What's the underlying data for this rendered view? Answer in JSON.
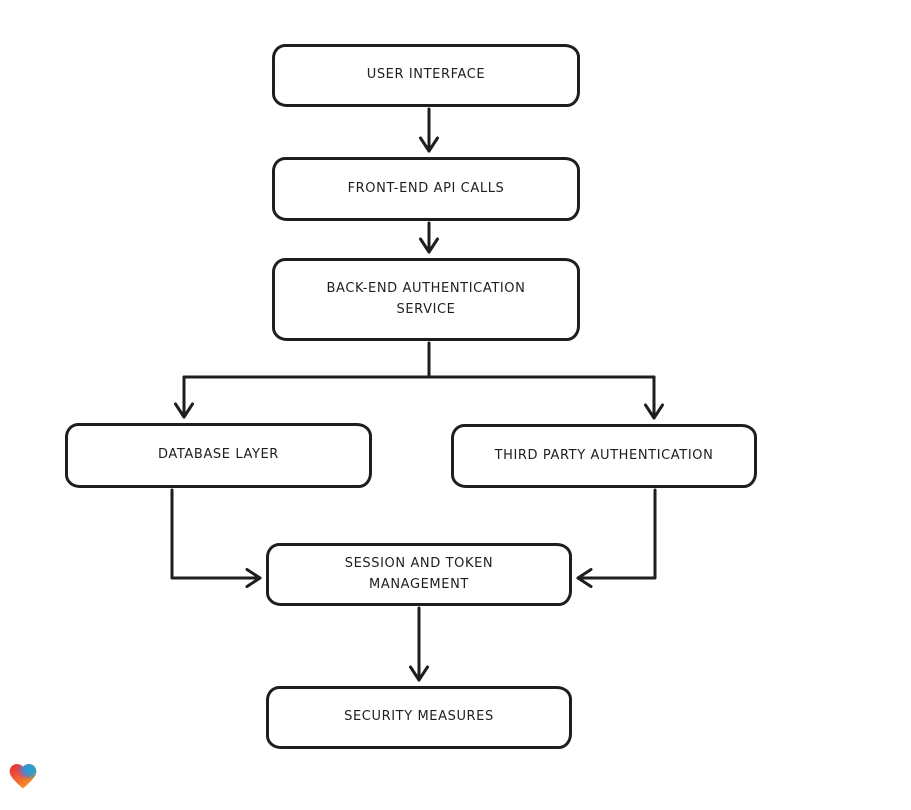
{
  "canvas": {
    "background": "#ffffff",
    "stroke_color": "#1e1e1e"
  },
  "diagram": {
    "type": "flowchart",
    "nodes": [
      {
        "id": "user-interface",
        "label": "USER INTERFACE"
      },
      {
        "id": "front-end-api-calls",
        "label": "FRONT-END API CALLS"
      },
      {
        "id": "back-end-authentication-service",
        "label": "BACK-END AUTHENTICATION SERVICE"
      },
      {
        "id": "database-layer",
        "label": "DATABASE LAYER"
      },
      {
        "id": "third-party-authentication",
        "label": "THIRD PARTY AUTHENTICATION"
      },
      {
        "id": "session-and-token-management",
        "label": "SESSION AND TOKEN MANAGEMENT"
      },
      {
        "id": "security-measures",
        "label": "SECURITY MEASURES"
      }
    ],
    "edges": [
      {
        "from": "user-interface",
        "to": "front-end-api-calls"
      },
      {
        "from": "front-end-api-calls",
        "to": "back-end-authentication-service"
      },
      {
        "from": "back-end-authentication-service",
        "to": "database-layer"
      },
      {
        "from": "back-end-authentication-service",
        "to": "third-party-authentication"
      },
      {
        "from": "database-layer",
        "to": "session-and-token-management"
      },
      {
        "from": "third-party-authentication",
        "to": "session-and-token-management"
      },
      {
        "from": "session-and-token-management",
        "to": "security-measures"
      }
    ]
  },
  "logo": {
    "name": "gradient-heart-logo",
    "colors": {
      "red": "#e7283c",
      "orange": "#f9a11b",
      "purple": "#8a4fd0",
      "blue": "#1ba6d8"
    }
  }
}
